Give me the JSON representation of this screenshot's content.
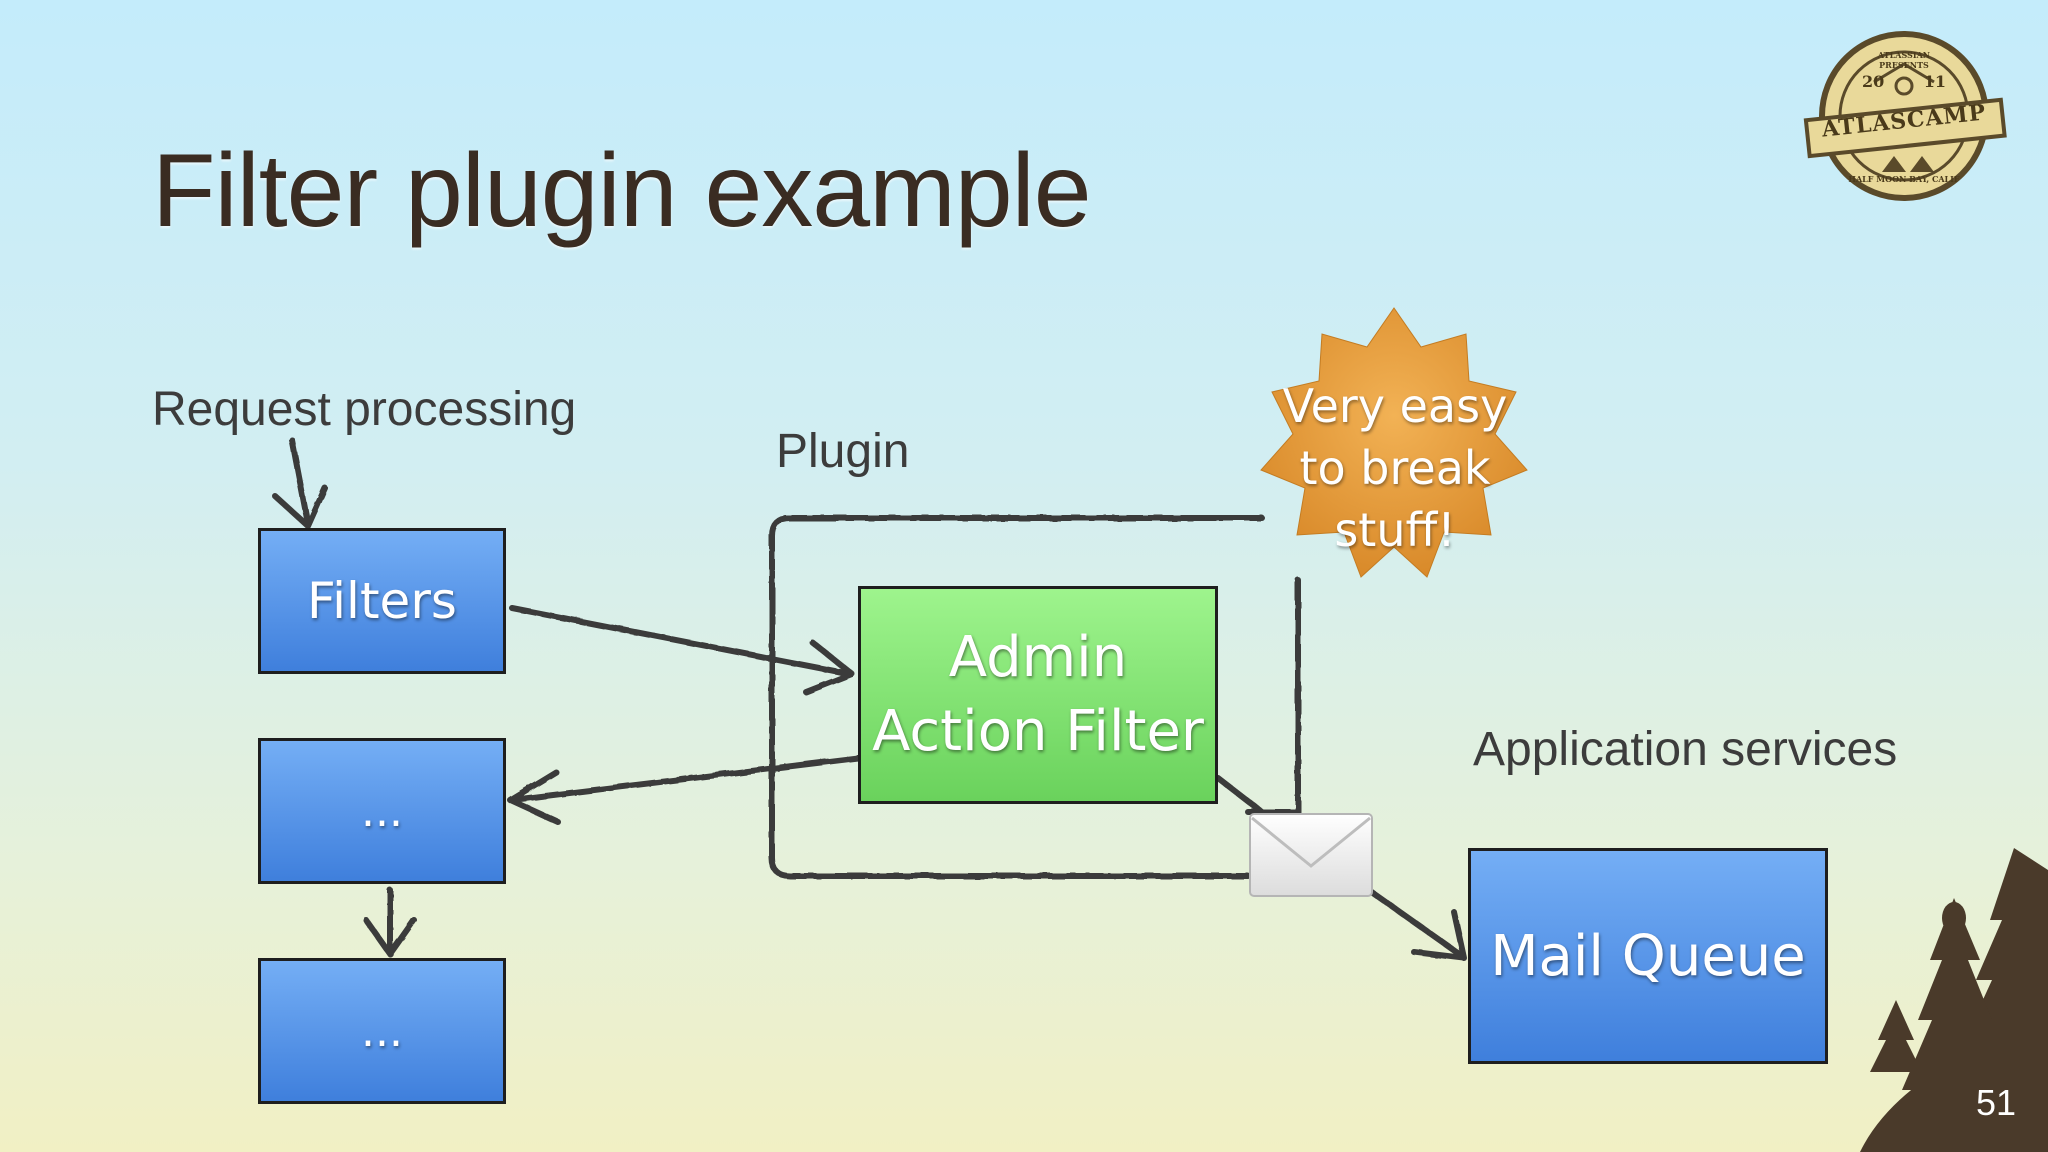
{
  "title": "Filter plugin example",
  "labels": {
    "request_processing": "Request processing",
    "plugin": "Plugin",
    "application_services": "Application services"
  },
  "boxes": {
    "filters": "Filters",
    "ellipsis_1": "...",
    "ellipsis_2": "...",
    "admin_action_filter_line1": "Admin",
    "admin_action_filter_line2": "Action Filter",
    "mail_queue": "Mail Queue"
  },
  "starburst": {
    "line1": "Very easy",
    "line2": "to break",
    "line3": "stuff!"
  },
  "logo": {
    "text_main": "ATLASCAMP",
    "year_left": "20",
    "year_right": "11",
    "top_arc": "ATLASSIAN PRESENTS",
    "bottom_arc": "HALF MOON BAY, CALIF"
  },
  "slide_number": "51",
  "colors": {
    "blue_box": "#4a8ae2",
    "green_box": "#7fe070",
    "starburst": "#e89c3a",
    "title": "#3a2c22"
  }
}
